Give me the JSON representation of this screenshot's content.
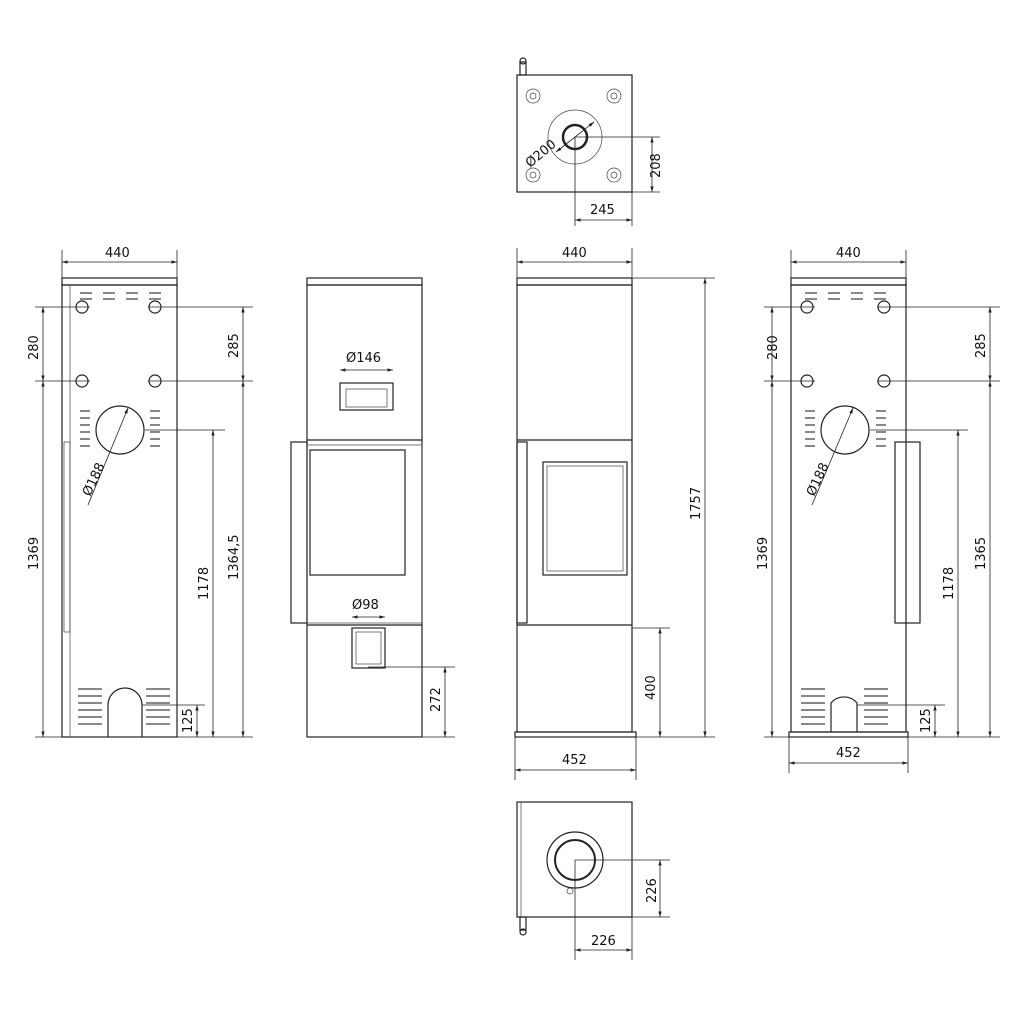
{
  "top_view": {
    "flue_diameter": "Ø200",
    "dim_depth": "208",
    "dim_width": "245"
  },
  "back_view_left": {
    "width": "440",
    "dim_280": "280",
    "dim_285": "285",
    "outlet_diameter": "Ø188",
    "dim_1369": "1369",
    "dim_1178": "1178",
    "dim_1364_5": "1364,5",
    "dim_125": "125"
  },
  "front_view": {
    "outlet_diameter": "Ø146",
    "air_inlet_diameter": "Ø98",
    "dim_272": "272"
  },
  "side_view": {
    "width": "440",
    "height": "1757",
    "dim_400": "400",
    "base_width": "452"
  },
  "back_view_right": {
    "width": "440",
    "dim_280": "280",
    "dim_285": "285",
    "outlet_diameter": "Ø188",
    "dim_1369": "1369",
    "dim_1178": "1178",
    "dim_1365": "1365",
    "dim_125": "125",
    "base_width": "452"
  },
  "bottom_view": {
    "dim_depth": "226",
    "dim_width": "226"
  }
}
